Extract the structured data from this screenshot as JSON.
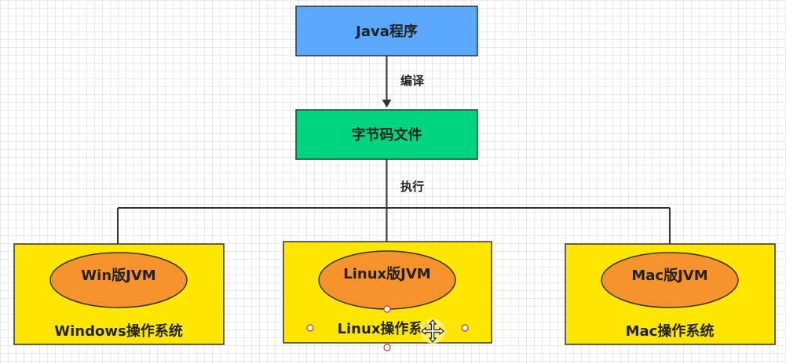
{
  "nodes": {
    "java_program": {
      "label": "Java程序",
      "color": "#5aa9ff"
    },
    "bytecode_file": {
      "label": "字节码文件",
      "color": "#00d47e"
    },
    "os_windows": {
      "label": "Windows操作系统",
      "color": "#ffe600"
    },
    "os_linux": {
      "label": "Linux操作系统",
      "color": "#ffe600"
    },
    "os_mac": {
      "label": "Mac操作系统",
      "color": "#ffe600"
    },
    "jvm_win": {
      "label": "Win版JVM",
      "color": "#f7932c"
    },
    "jvm_linux": {
      "label": "Linux版JVM",
      "color": "#f7932c"
    },
    "jvm_mac": {
      "label": "Mac版JVM",
      "color": "#f7932c"
    }
  },
  "edges": {
    "compile_label": "编译",
    "execute_label": "执行"
  },
  "colors": {
    "line": "#333333",
    "border": "#333333"
  }
}
